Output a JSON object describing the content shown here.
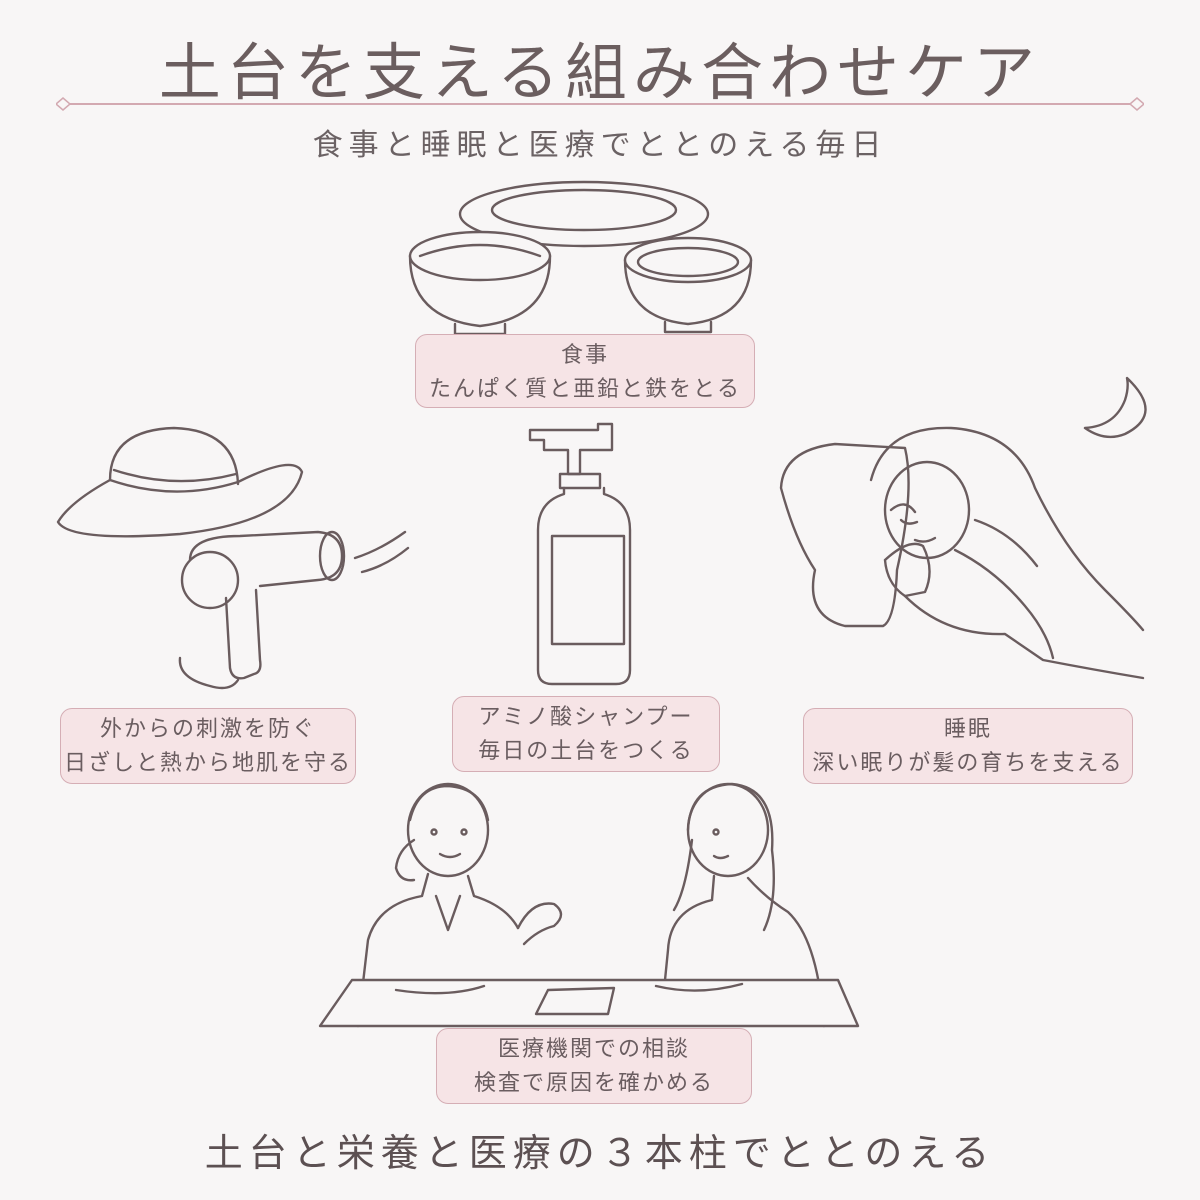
{
  "title": "土台を支える組み合わせケア",
  "subtitle": "食事と睡眠と医療でととのえる毎日",
  "cards": {
    "meal": {
      "line1": "食事",
      "line2": "たんぱく質と亜鉛と鉄をとる"
    },
    "shampoo": {
      "line1": "アミノ酸シャンプー",
      "line2": "毎日の土台をつくる"
    },
    "protect": {
      "line1": "外からの刺激を防ぐ",
      "line2": "日ざしと熱から地肌を守る"
    },
    "sleep": {
      "line1": "睡眠",
      "line2": "深い眠りが髪の育ちを支える"
    },
    "medical": {
      "line1": "医療機関での相談",
      "line2": "検査で原因を確かめる"
    }
  },
  "footer": "土台と栄養と医療の３本柱でととのえる",
  "colors": {
    "background": "#f8f6f6",
    "card_fill": "#f6e4e6",
    "card_border": "#d5aeb5",
    "line_art": "#6a5c5e"
  },
  "icons": [
    "plate-icon",
    "rice-bowl-icon",
    "soup-bowl-icon",
    "shampoo-bottle-icon",
    "sun-hat-icon",
    "hair-dryer-icon",
    "crescent-moon-icon",
    "sleeping-woman-icon",
    "consultation-icon"
  ]
}
